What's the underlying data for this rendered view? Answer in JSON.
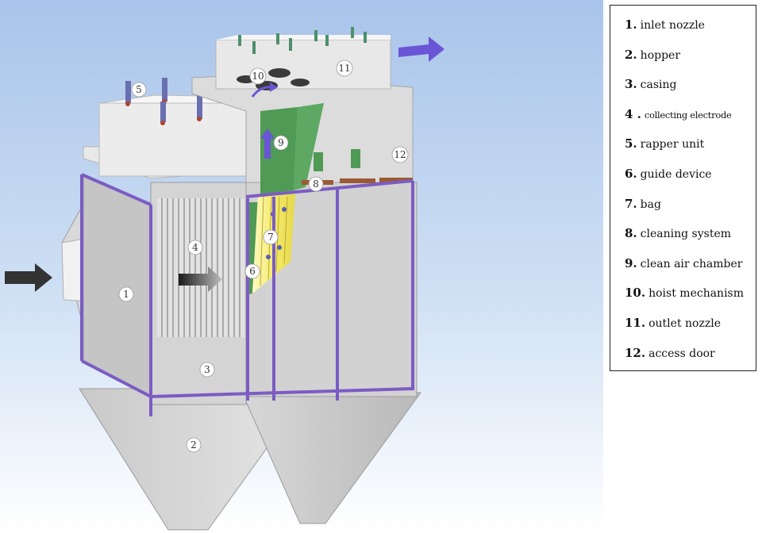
{
  "legend": {
    "items": [
      {
        "num": "1.",
        "text": "inlet nozzle"
      },
      {
        "num": "2.",
        "text": "hopper"
      },
      {
        "num": "3.",
        "text": "casing"
      },
      {
        "num": "4 .",
        "text": "collecting electrode"
      },
      {
        "num": "5.",
        "text": "rapper unit"
      },
      {
        "num": "6.",
        "text": "guide device"
      },
      {
        "num": "7.",
        "text": "bag"
      },
      {
        "num": "8.",
        "text": "cleaning system"
      },
      {
        "num": "9.",
        "text": "clean air chamber"
      },
      {
        "num": "10.",
        "text": "hoist mechanism"
      },
      {
        "num": "11.",
        "text": "outlet nozzle"
      },
      {
        "num": "12.",
        "text": "access door"
      }
    ]
  },
  "callouts": {
    "c1": "1",
    "c2": "2",
    "c3": "3",
    "c4": "4",
    "c5": "5",
    "c6": "6",
    "c7": "7",
    "c8": "8",
    "c9": "9",
    "c10": "10",
    "c11": "11",
    "c12": "12"
  },
  "colors": {
    "frame": "#7b5cc4",
    "arrow_blue": "#6a55d6",
    "arrow_dark": "#333333",
    "panel_green": "#4f9a55",
    "bag_yellow": "#f4ea6a",
    "casing_gray": "#d4d4d4",
    "top_white": "#e9e9e9"
  },
  "icons": {
    "inlet_arrow": "arrow-right-icon",
    "outlet_arrow": "arrow-right-icon",
    "flow_arrow": "arrow-right-icon",
    "up_arrow": "arrow-up-icon"
  }
}
